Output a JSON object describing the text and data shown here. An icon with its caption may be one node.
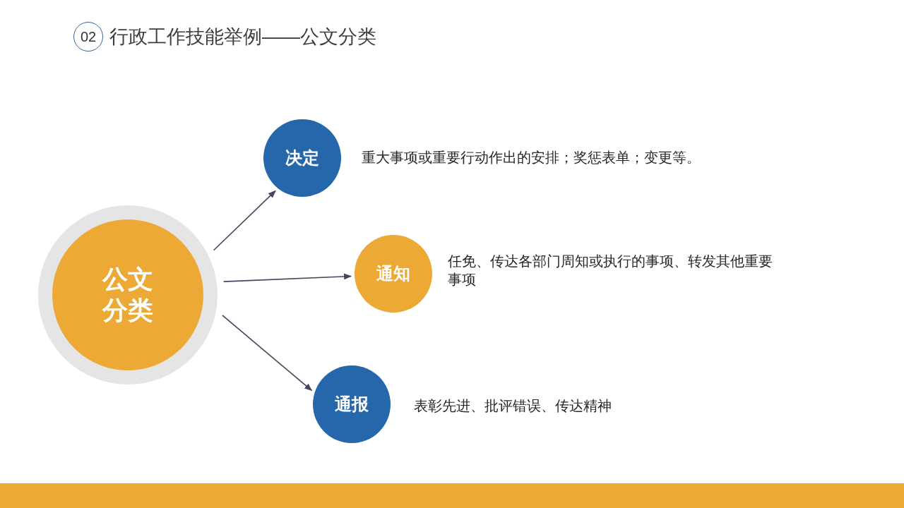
{
  "diagram": {
    "title": "行政工作技能举例——公文分类",
    "nodes": [
      {
        "text": [
          "02"
        ]
      },
      {
        "text": [
          "公文分类"
        ]
      },
      {
        "text": [
          "决定"
        ],
        "beside": [
          "重大事项或重要行动作出的安排；奖惩表单；变更等。"
        ]
      },
      {
        "text": [
          "通知"
        ],
        "beside": [
          "任免、传达各部门周知或执行的事项、转发其他重要事项"
        ]
      },
      {
        "text": [
          "通报"
        ],
        "beside": [
          "表彰先进、批评错误、传达精神"
        ]
      }
    ],
    "edges": [
      {
        "from": 1,
        "to": 2,
        "arrow": "to"
      },
      {
        "from": 1,
        "to": 3,
        "arrow": "to"
      },
      {
        "from": 1,
        "to": 4,
        "arrow": "to"
      }
    ]
  }
}
